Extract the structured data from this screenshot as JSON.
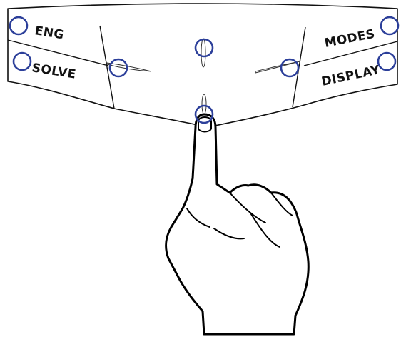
{
  "keys": {
    "eng": "ENG",
    "solve": "SOLVE",
    "modes": "MODES",
    "display": "DISPLAY"
  },
  "colors": {
    "ring": "#2c3f9a",
    "outline": "#111111",
    "background": "#ffffff"
  },
  "icons": {
    "hand": "pointing-hand-icon",
    "touch_point": "circle-ring-icon"
  }
}
